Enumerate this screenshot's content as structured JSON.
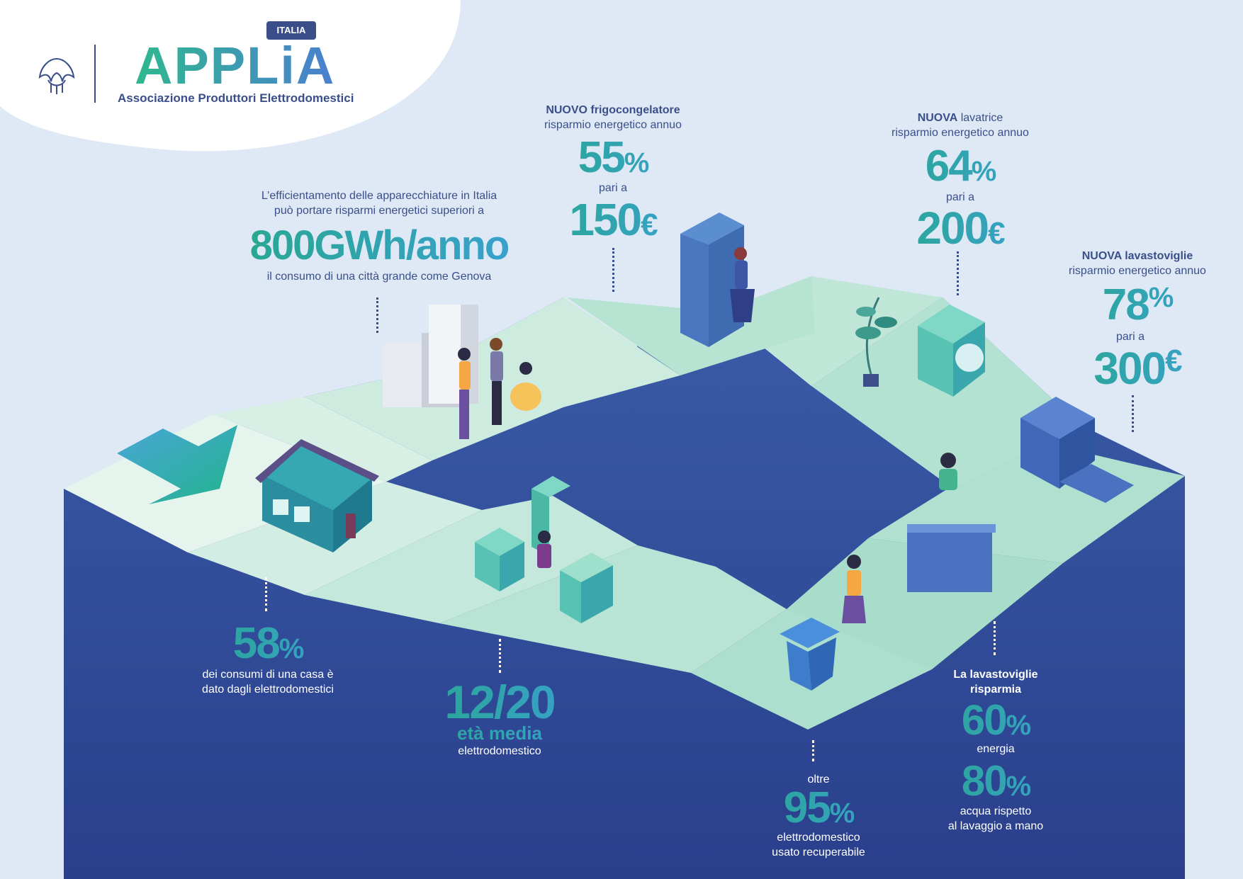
{
  "logo": {
    "badge": "ITALIA",
    "wordmark": "APPLiA",
    "tagline": "Associazione Produttori Elettrodomestici"
  },
  "stats": {
    "city": {
      "intro_line1": "L’efficientamento delle apparecchiature in Italia",
      "intro_line2": "può portare risparmi energetici superiori a",
      "value": "800GWh/anno",
      "caption": "il consumo di una città grande come Genova"
    },
    "fridge": {
      "title_bold": "NUOVO",
      "title_rest": " frigocongelatore",
      "subtitle": "risparmio energetico annuo",
      "percent_num": "55",
      "percent_sign": "%",
      "connector": "pari a",
      "amount_num": "150",
      "currency": "€"
    },
    "washer": {
      "title_bold": "NUOVA",
      "title_rest": " lavatrice",
      "subtitle": "risparmio energetico annuo",
      "percent_num": "64",
      "percent_sign": "%",
      "connector": "pari a",
      "amount_num": "200",
      "currency": "€"
    },
    "dishwasher": {
      "title_bold": "NUOVA",
      "title_rest": " lavastoviglie",
      "subtitle": "risparmio energetico annuo",
      "percent_num": "78",
      "percent_sign": "%",
      "connector": "pari a",
      "amount_num": "300",
      "currency": "€"
    },
    "home": {
      "percent_num": "58",
      "percent_sign": "%",
      "caption_line1": "dei consumi di una casa è",
      "caption_line2": "dato dagli elettrodomestici"
    },
    "age": {
      "value": "12/20",
      "label": "età media",
      "caption": "elettrodomestico"
    },
    "recycle": {
      "prefix": "oltre",
      "percent_num": "95",
      "percent_sign": "%",
      "caption_line1": "elettrodomestico",
      "caption_line2": "usato recuperabile"
    },
    "dish_saving": {
      "title_line1": "La lavastoviglie",
      "title_line2": "risparmia",
      "energy_num": "60",
      "energy_sign": "%",
      "energy_label": "energia",
      "water_num": "80",
      "water_sign": "%",
      "water_line1": "acqua rispetto",
      "water_line2": "al lavaggio a mano"
    }
  },
  "colors": {
    "background": "#dfe9f5",
    "path_top": "#a9e0cf",
    "path_side_dark": "#2e4794",
    "accent_teal": "#27a88a",
    "accent_blue": "#3ba0d5",
    "text_navy": "#3a4f8a"
  }
}
